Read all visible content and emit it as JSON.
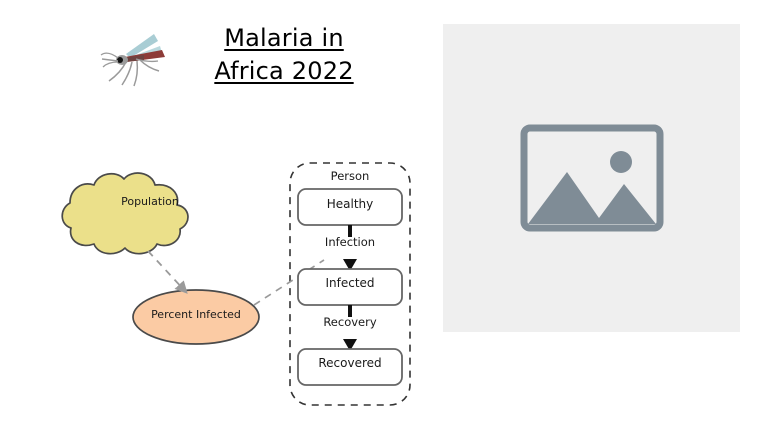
{
  "slide": {
    "background_color": "#ffffff",
    "title": {
      "line1": "Malaria in",
      "line2": "Africa 2022",
      "icon": "mosquito-icon"
    }
  },
  "diagram": {
    "type": "flow-diagram",
    "nodes": [
      {
        "id": "population",
        "label": "Population",
        "shape": "cloud",
        "fill": "#ebe08a",
        "stroke": "#4a4a4a"
      },
      {
        "id": "percent-infected",
        "label": "Percent Infected",
        "shape": "ellipse",
        "fill": "#fbcba4",
        "stroke": "#4a4a4a"
      },
      {
        "id": "healthy",
        "label": "Healthy",
        "shape": "rounded-rect",
        "fill": "#ffffff",
        "stroke": "#666666"
      },
      {
        "id": "infected",
        "label": "Infected",
        "shape": "rounded-rect",
        "fill": "#ffffff",
        "stroke": "#666666"
      },
      {
        "id": "recovered",
        "label": "Recovered",
        "shape": "rounded-rect",
        "fill": "#ffffff",
        "stroke": "#666666"
      }
    ],
    "container": {
      "id": "person",
      "label": "Person",
      "style": "dashed",
      "stroke": "#333333"
    },
    "transitions": [
      {
        "id": "infection",
        "label": "Infection",
        "from": "healthy",
        "to": "infected"
      },
      {
        "id": "recovery",
        "label": "Recovery",
        "from": "infected",
        "to": "recovered"
      }
    ],
    "links": [
      {
        "from": "population",
        "to": "percent-infected",
        "style": "dashed-arrow",
        "color": "#9a9a9a"
      },
      {
        "from": "percent-infected",
        "to": "infection",
        "style": "dashed-line",
        "color": "#9a9a9a"
      }
    ]
  },
  "image_panel": {
    "background_color": "#efefef",
    "icon": "image-placeholder-icon",
    "icon_color": "#7f8c96"
  }
}
